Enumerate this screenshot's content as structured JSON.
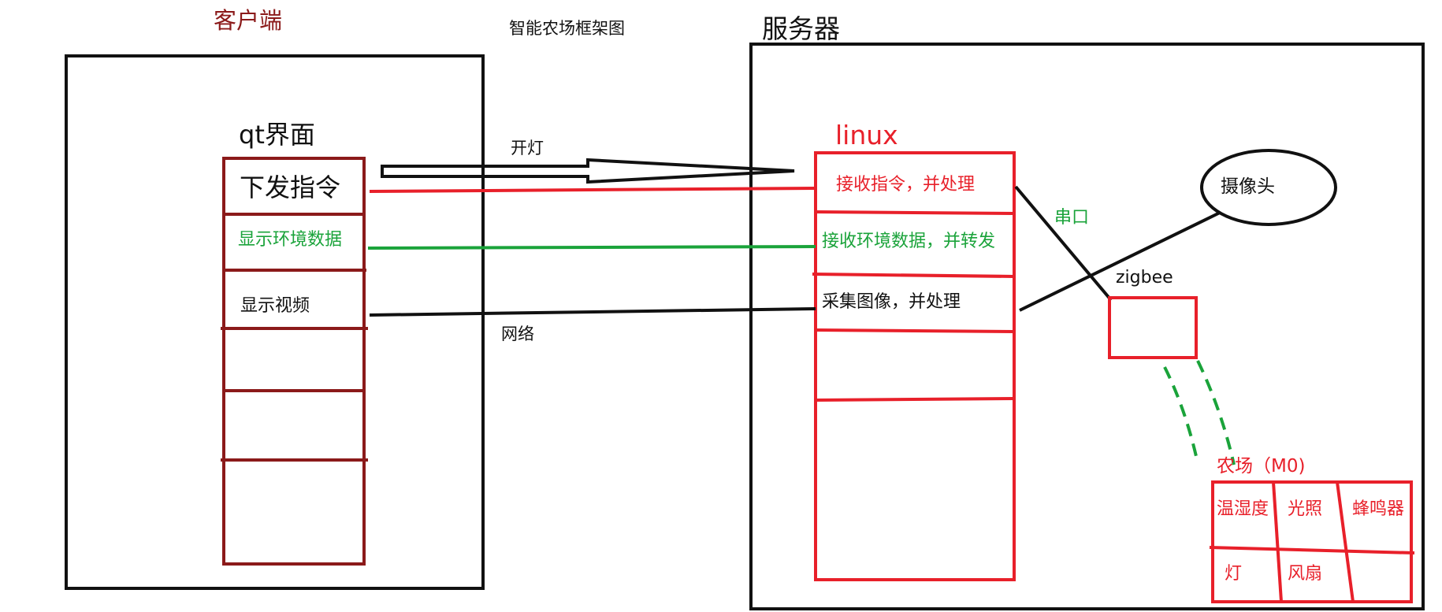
{
  "diagram_title": "智能农场框架图",
  "client": {
    "label": "客户端",
    "panel_label": "qt界面",
    "rows": [
      "下发指令",
      "显示环境数据",
      "显示视频"
    ]
  },
  "server": {
    "label": "服务器",
    "panel_label": "linux",
    "rows": [
      "接收指令，并处理",
      "接收环境数据，并转发",
      "采集图像，并处理"
    ]
  },
  "connections": {
    "light_on": "开灯",
    "network": "网络",
    "serial": "串口"
  },
  "zigbee": {
    "label": "zigbee"
  },
  "camera": {
    "label": "摄像头"
  },
  "farm": {
    "label": "农场（M0)",
    "cells": [
      [
        "温湿度",
        "光照",
        "蜂鸣器"
      ],
      [
        "灯",
        "风扇",
        ""
      ]
    ]
  },
  "colors": {
    "client_text": "#8b1a1a",
    "client_panel": "#8b1a1a",
    "server_panel": "#e8202a",
    "green": "#1aa33a",
    "ink": "#111111"
  }
}
